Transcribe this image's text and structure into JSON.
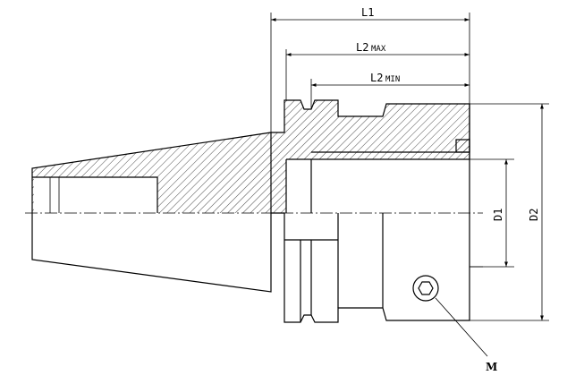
{
  "dimensions": {
    "l1": "L1",
    "l2max_main": "L2",
    "l2max_sub": "MAX",
    "l2min_main": "L2",
    "l2min_sub": "MIN",
    "d1": "D1",
    "d2": "D2"
  },
  "callouts": {
    "m": "M"
  }
}
